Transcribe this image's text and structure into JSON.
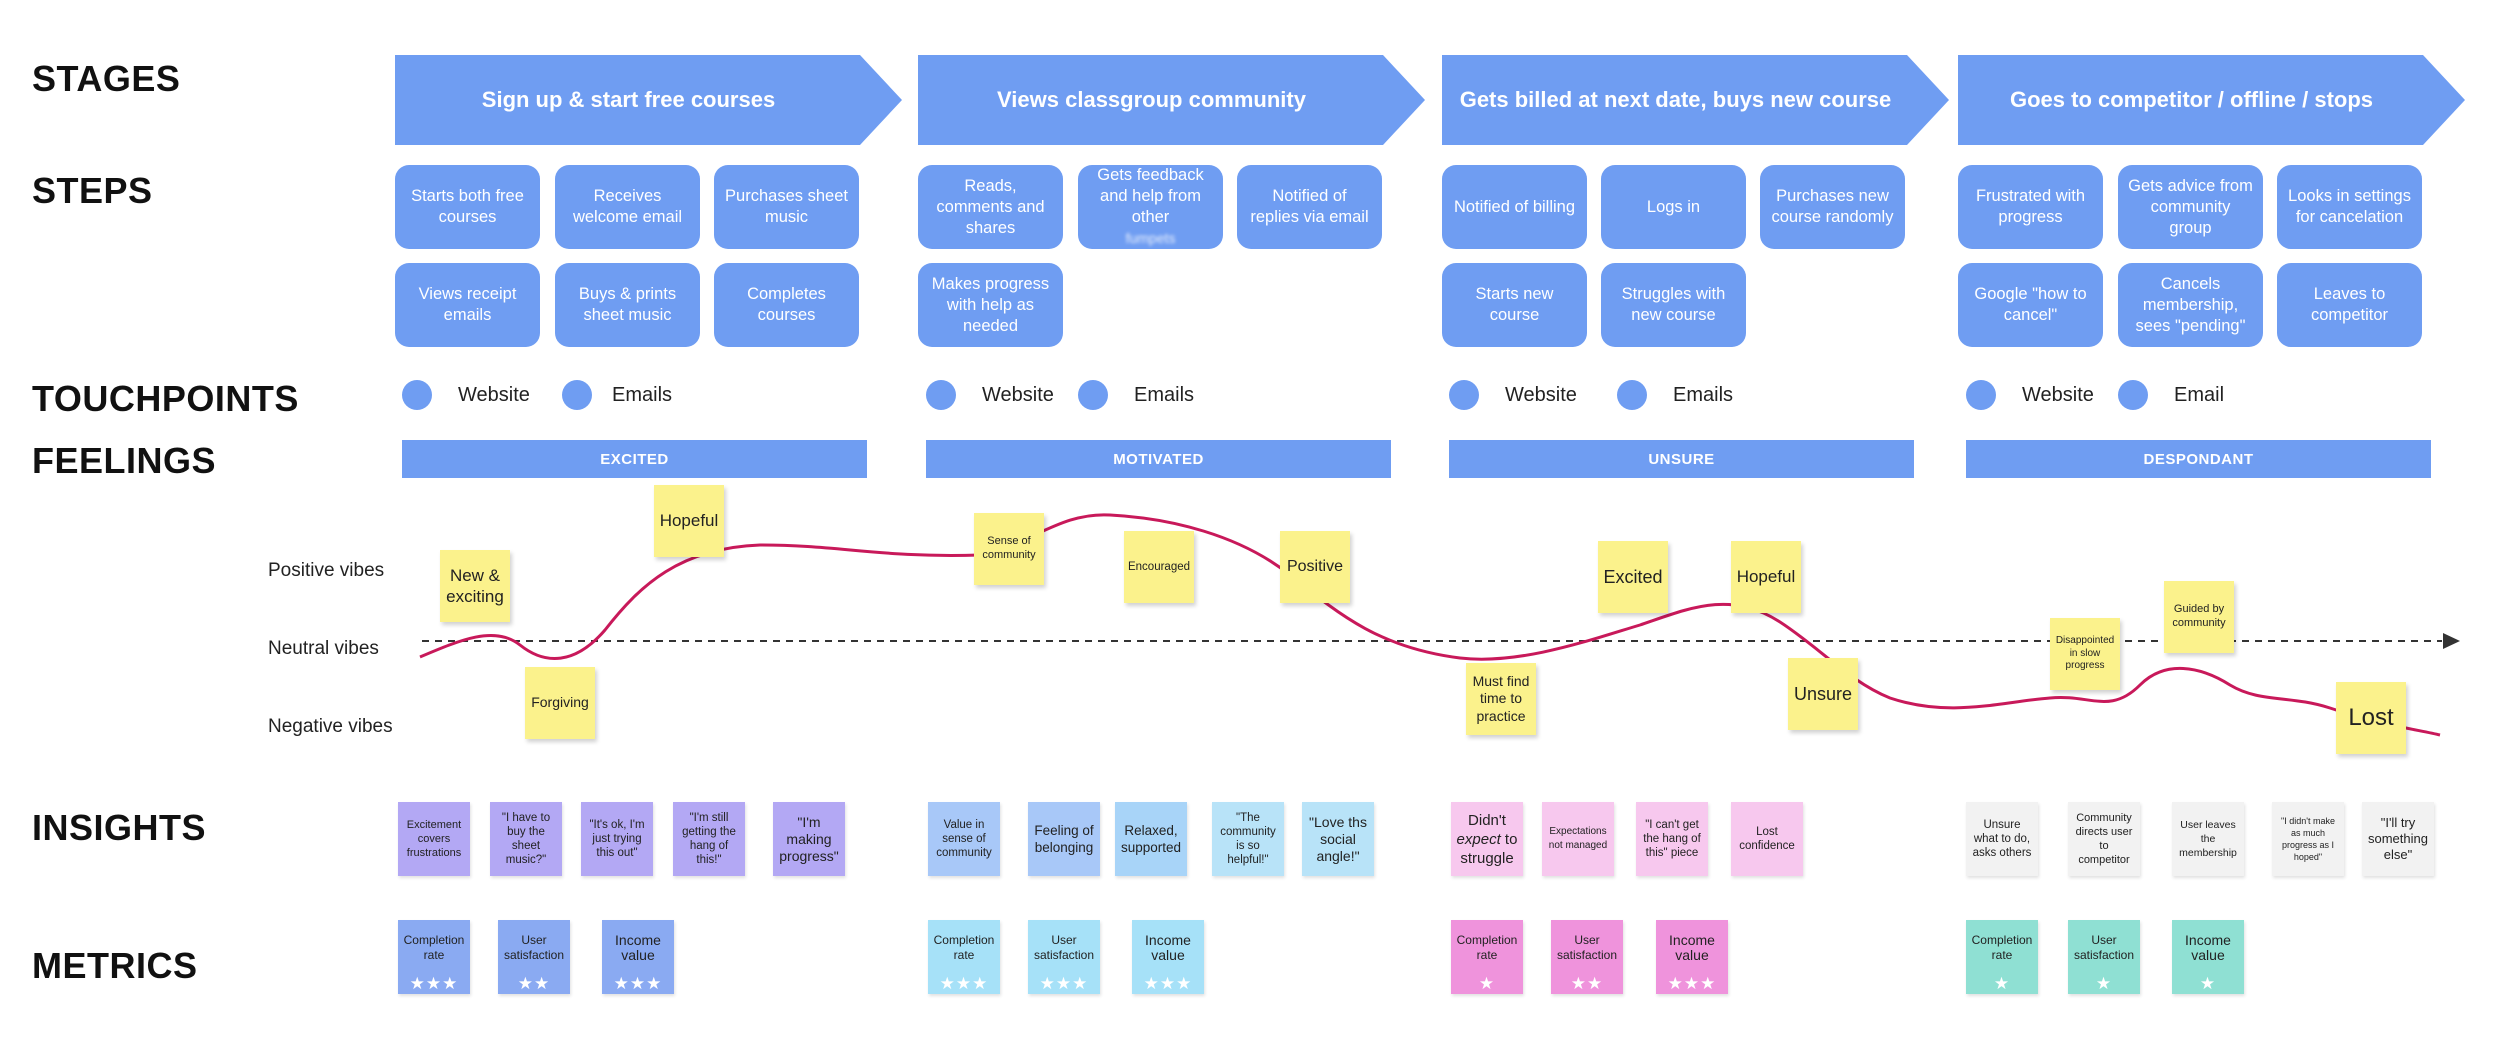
{
  "labels": {
    "stages": "STAGES",
    "steps": "STEPS",
    "touchpoints": "TOUCHPOINTS",
    "feelings": "FEELINGS",
    "insights": "INSIGHTS",
    "metrics": "METRICS"
  },
  "stages": [
    "Sign up & start free courses",
    "Views classgroup community",
    "Gets billed at next date, buys new course",
    "Goes to competitor / offline / stops"
  ],
  "steps": [
    [
      "Starts both free courses",
      "Receives welcome email",
      "Purchases sheet music",
      "Views receipt emails",
      "Buys & prints sheet music",
      "Completes courses"
    ],
    [
      "Reads, comments and shares",
      "Gets feedback and help from other",
      "Notified of replies via email",
      "Makes progress with help as needed"
    ],
    [
      "Notified of billing",
      "Logs in",
      "Purchases new course randomly",
      "Starts new course",
      "Struggles with new course"
    ],
    [
      "Frustrated with progress",
      "Gets advice from community group",
      "Looks in settings for cancelation",
      "Google \"how to cancel\"",
      "Cancels membership, sees \"pending\"",
      "Leaves to competitor"
    ]
  ],
  "step_blurred_word": "fumpets",
  "touchpoints": [
    [
      "Website",
      "Emails"
    ],
    [
      "Website",
      "Emails"
    ],
    [
      "Website",
      "Emails"
    ],
    [
      "Website",
      "Email"
    ]
  ],
  "feelings": [
    "EXCITED",
    "MOTIVATED",
    "UNSURE",
    "DESPONDANT"
  ],
  "vibes": [
    "Positive vibes",
    "Neutral vibes",
    "Negative vibes"
  ],
  "stickies": [
    "New & exciting",
    "Forgiving",
    "Hopeful",
    "Sense of community",
    "Encouraged",
    "Positive",
    "Must find time to practice",
    "Excited",
    "Hopeful",
    "Unsure",
    "Disappointed in slow progress",
    "Guided by community",
    "Lost"
  ],
  "insights": [
    [
      "Excitement covers frustrations",
      "\"I have to buy the sheet music?\"",
      "\"It's ok, I'm just trying this out\"",
      "\"I'm still getting the hang of this!\"",
      "\"I'm making progress\""
    ],
    [
      "Value in sense of community",
      "Feeling of belonging",
      "Relaxed, supported",
      "\"The community is so helpful!\"",
      "\"Love ths social angle!\""
    ],
    [
      "Didn't expect to struggle",
      "Expectations not managed",
      "\"I can't get the hang of this\" piece",
      "Lost confidence"
    ],
    [
      "Unsure what to do, asks others",
      "Community directs user to competitor",
      "User leaves the membership",
      "\"I didn't make as much progress as I hoped\"",
      "\"I'll try something else\""
    ]
  ],
  "insight_emphasis_word": "expect",
  "metrics": [
    [
      {
        "label": "Completion rate",
        "stars": 3
      },
      {
        "label": "User satisfaction",
        "stars": 2
      },
      {
        "label": "Income value",
        "stars": 3
      }
    ],
    [
      {
        "label": "Completion rate",
        "stars": 3
      },
      {
        "label": "User satisfaction",
        "stars": 3
      },
      {
        "label": "Income value",
        "stars": 3
      }
    ],
    [
      {
        "label": "Completion rate",
        "stars": 1
      },
      {
        "label": "User satisfaction",
        "stars": 2
      },
      {
        "label": "Income value",
        "stars": 3
      }
    ],
    [
      {
        "label": "Completion rate",
        "stars": 1
      },
      {
        "label": "User satisfaction",
        "stars": 1
      },
      {
        "label": "Income value",
        "stars": 1
      }
    ]
  ],
  "colors": {
    "primary_blue": "#6f9df2",
    "sticky_yellow": "#fbf28c",
    "curve": "#c8195a",
    "insight_stage1": "#b3a8f4",
    "insight_stage2": [
      "#a8c8f8",
      "#a8d4f8",
      "#b8e3f8"
    ],
    "insight_stage3": "#f7c8ee",
    "insight_stage4": "#f2f2f2",
    "metric_stage1": "#8aaaf2",
    "metric_stage2": "#a6e1f8",
    "metric_stage3": "#ef93dc",
    "metric_stage4": "#8fe0d3"
  }
}
